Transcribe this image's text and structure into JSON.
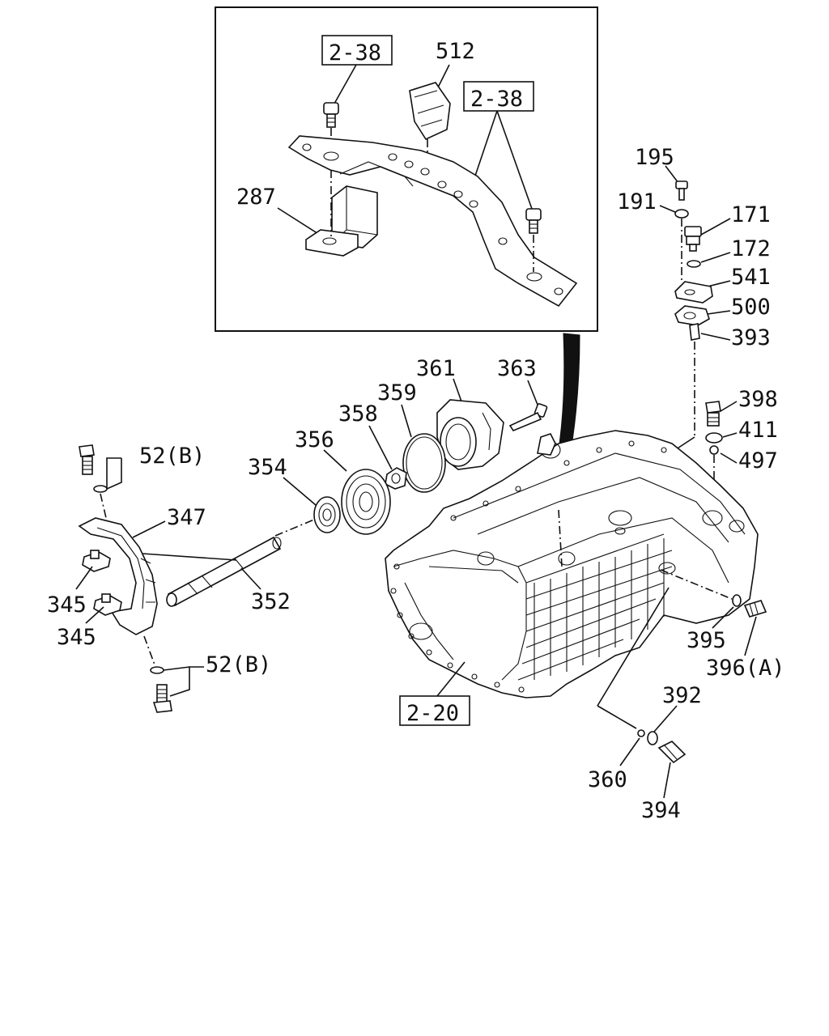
{
  "diagram": {
    "inset_refs": {
      "left": "2-38",
      "right": "2-38"
    },
    "main_ref": "2-20",
    "labels": {
      "p512": "512",
      "p287": "287",
      "p195": "195",
      "p191": "191",
      "p171": "171",
      "p172": "172",
      "p541": "541",
      "p500": "500",
      "p393": "393",
      "p361": "361",
      "p363": "363",
      "p359": "359",
      "p358": "358",
      "p356": "356",
      "p354": "354",
      "p398": "398",
      "p411": "411",
      "p497": "497",
      "p52b_top": "52(B)",
      "p347": "347",
      "p345_a": "345",
      "p345_b": "345",
      "p352": "352",
      "p52b_bottom": "52(B)",
      "p395": "395",
      "p396a": "396(A)",
      "p392": "392",
      "p360": "360",
      "p394": "394"
    }
  }
}
